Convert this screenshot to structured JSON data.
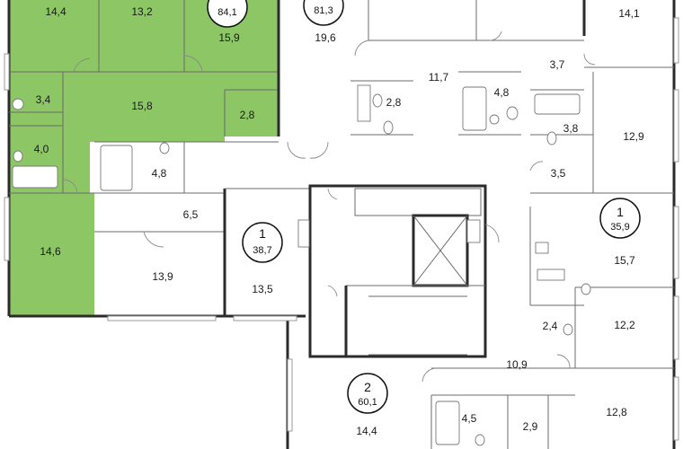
{
  "colors": {
    "highlight_fill": "#8cc665",
    "wall": "#2b2b2b",
    "background": "#ffffff"
  },
  "apartments": [
    {
      "id": "top-center-apt",
      "number": "",
      "total": "84,1"
    },
    {
      "id": "top-right-apt",
      "number": "",
      "total": "81,3"
    },
    {
      "id": "studio-left",
      "number": "1",
      "total": "38,7"
    },
    {
      "id": "studio-right",
      "number": "1",
      "total": "35,9"
    },
    {
      "id": "bottom-apt",
      "number": "2",
      "total": "60,1"
    }
  ],
  "rooms": [
    {
      "id": "r-14-4-top",
      "label": "14,4"
    },
    {
      "id": "r-13-2",
      "label": "13,2"
    },
    {
      "id": "r-15-9",
      "label": "15,9"
    },
    {
      "id": "r-19-6",
      "label": "19,6"
    },
    {
      "id": "r-14-1",
      "label": "14,1"
    },
    {
      "id": "r-11-7",
      "label": "11,7"
    },
    {
      "id": "r-3-7",
      "label": "3,7"
    },
    {
      "id": "r-3-4",
      "label": "3,4"
    },
    {
      "id": "r-15-8",
      "label": "15,8"
    },
    {
      "id": "r-2-8-a",
      "label": "2,8"
    },
    {
      "id": "r-2-8-b",
      "label": "2,8"
    },
    {
      "id": "r-4-8-a",
      "label": "4,8"
    },
    {
      "id": "r-3-8",
      "label": "3,8"
    },
    {
      "id": "r-12-9",
      "label": "12,9"
    },
    {
      "id": "r-4-0",
      "label": "4,0"
    },
    {
      "id": "r-4-8-b",
      "label": "4,8"
    },
    {
      "id": "r-3-5",
      "label": "3,5"
    },
    {
      "id": "r-6-5",
      "label": "6,5"
    },
    {
      "id": "r-14-6",
      "label": "14,6"
    },
    {
      "id": "r-15-7",
      "label": "15,7"
    },
    {
      "id": "r-13-9",
      "label": "13,9"
    },
    {
      "id": "r-13-5",
      "label": "13,5"
    },
    {
      "id": "r-2-4",
      "label": "2,4"
    },
    {
      "id": "r-12-2",
      "label": "12,2"
    },
    {
      "id": "r-10-9",
      "label": "10,9"
    },
    {
      "id": "r-4-5",
      "label": "4,5"
    },
    {
      "id": "r-2-9",
      "label": "2,9"
    },
    {
      "id": "r-12-8",
      "label": "12,8"
    },
    {
      "id": "r-14-4-bottom",
      "label": "14,4"
    }
  ]
}
